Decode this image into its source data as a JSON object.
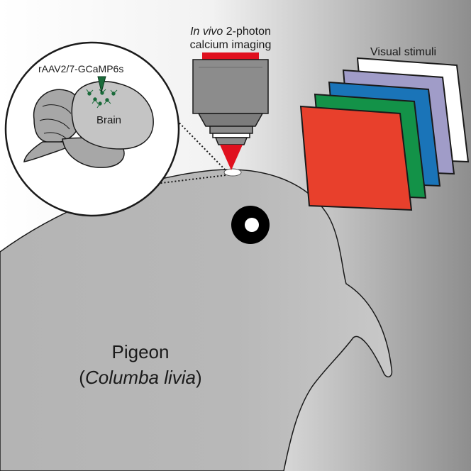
{
  "microscope": {
    "title_italic": "In vivo",
    "title_rest": " 2-photon",
    "title_line2": "calcium imaging"
  },
  "stimuli": {
    "label": "Visual stimuli",
    "colors": [
      "#ffffff",
      "#a09cc8",
      "#1a74b8",
      "#139248",
      "#e8402c"
    ]
  },
  "brain_inset": {
    "virus_label": "rAAV2/7-GCaMP6s",
    "brain_label": "Brain"
  },
  "subject": {
    "common_name": "Pigeon",
    "paren_open": "(",
    "latin_name": "Columba livia",
    "paren_close": ")"
  },
  "colors": {
    "pigeon_body": "#b8b8b8",
    "laser": "#e0101e",
    "objective": "#8c8c8c",
    "needle": "#1a6b3a"
  }
}
